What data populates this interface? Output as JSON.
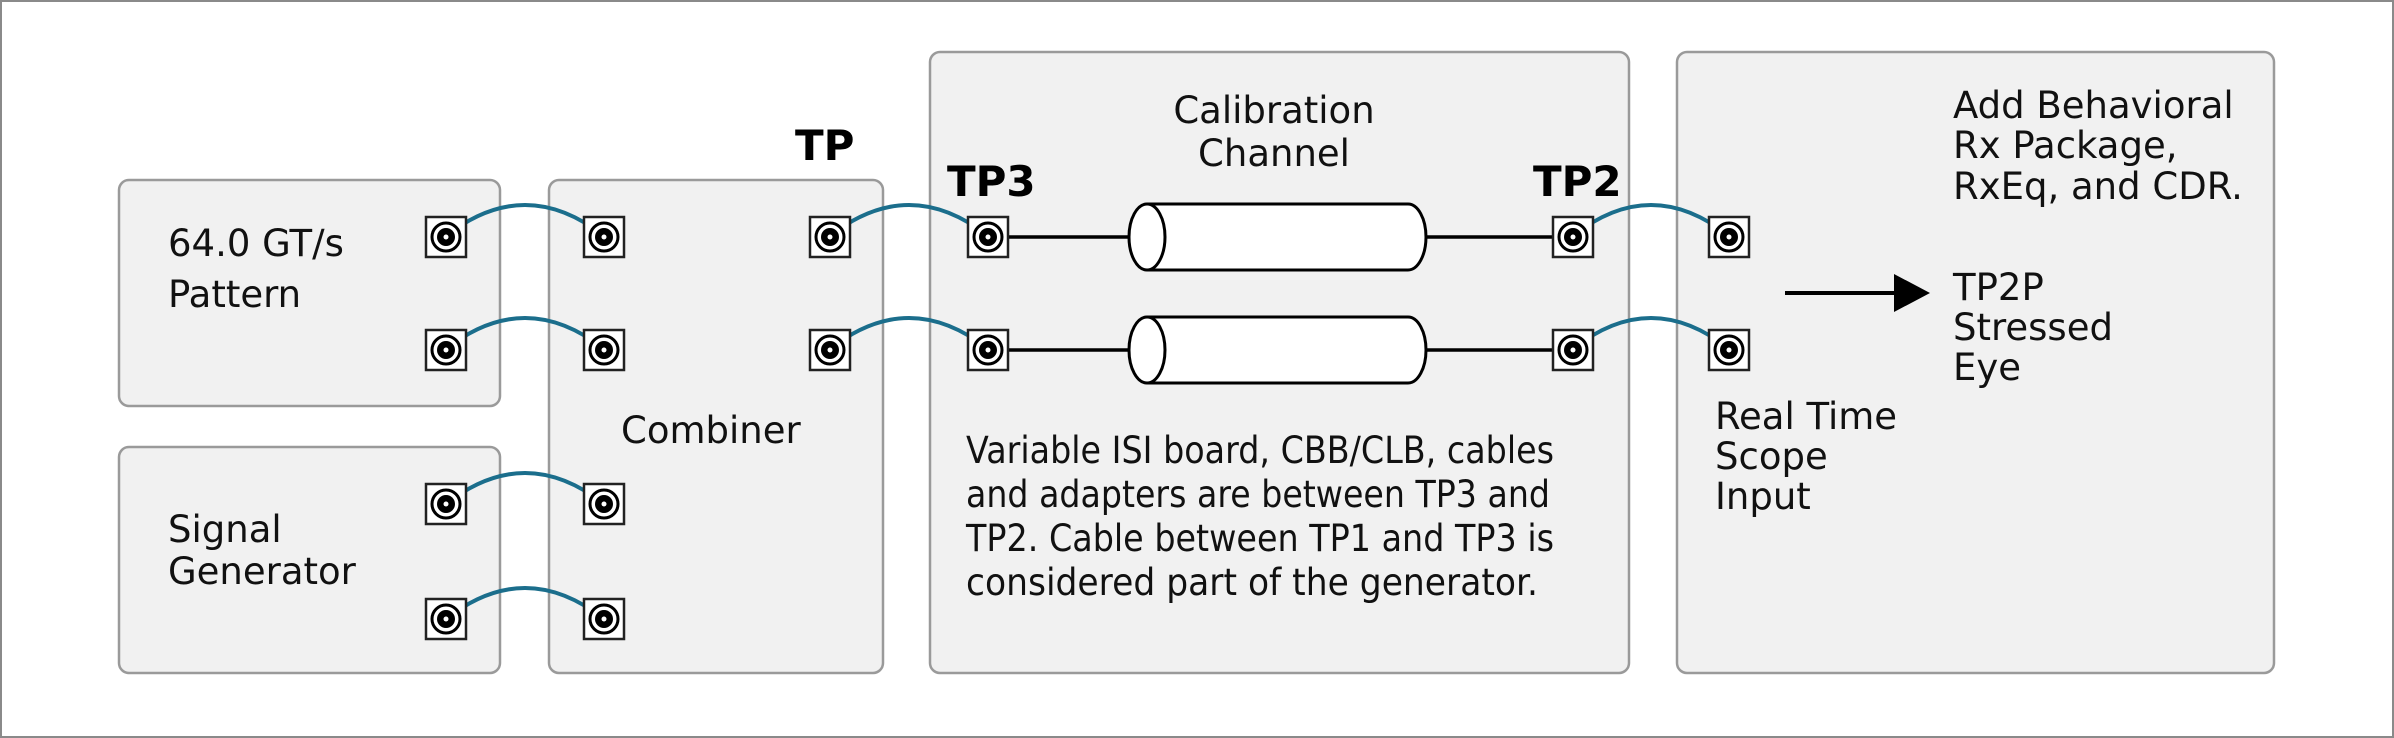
{
  "boxes": {
    "pattern": {
      "lines": [
        "64.0 GT/s",
        "Pattern"
      ]
    },
    "signal_generator": {
      "lines": [
        "Signal",
        "Generator"
      ]
    },
    "combiner": {
      "lines": [
        "Combiner"
      ]
    },
    "calibration": {
      "title_lines": [
        "Calibration",
        "Channel"
      ],
      "note_lines": [
        "Variable ISI board, CBB/CLB, cables",
        "and adapters are between TP3 and",
        "TP2. Cable between TP1 and TP3 is",
        "considered part of the generator."
      ]
    },
    "scope": {
      "input_lines": [
        "Real Time",
        "Scope",
        "Input"
      ],
      "behavior_lines": [
        "Add Behavioral",
        "Rx Package,",
        "RxEq, and CDR."
      ],
      "result_lines": [
        "TP2P",
        "Stressed",
        "Eye"
      ]
    }
  },
  "test_points": {
    "tp": "TP",
    "tp3": "TP3",
    "tp2": "TP2"
  },
  "colors": {
    "cable": "#1b6e8c",
    "box_fill": "#f1f1f1",
    "box_stroke": "#9a9a9a"
  }
}
